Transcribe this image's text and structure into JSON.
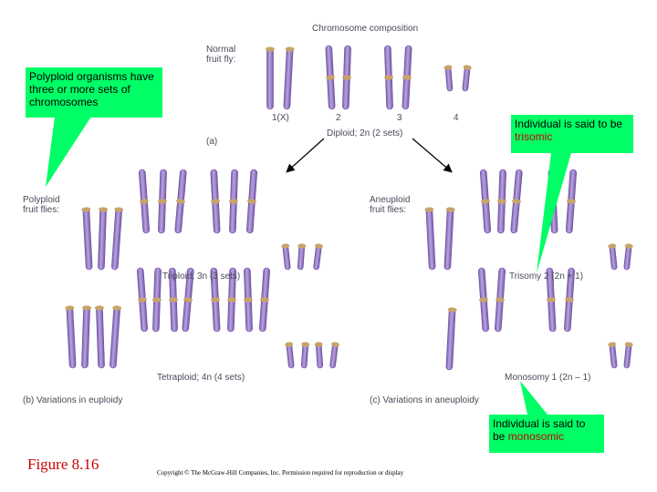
{
  "header": {
    "title": "Chromosome composition"
  },
  "normal": {
    "label_line1": "Normal",
    "label_line2": "fruit fly:",
    "numbers": [
      "1(X)",
      "2",
      "3",
      "4"
    ],
    "panel_label": "(a)",
    "diploid_label": "Diploid; 2n (2 sets)"
  },
  "polyploid": {
    "label_line1": "Polyploid",
    "label_line2": "fruit flies:",
    "triploid_label": "Triploid; 3n (3 sets)",
    "tetraploid_label": "Tetraploid; 4n (4 sets)",
    "panel_label": "(b) Variations in euploidy"
  },
  "aneuploid": {
    "label_line1": "Aneuploid",
    "label_line2": "fruit flies:",
    "trisomy_label": "Trisomy 2 (2n + 1)",
    "monosomy_label": "Monosomy 1 (2n – 1)",
    "panel_label": "(c) Variations in aneuploidy"
  },
  "callouts": {
    "polyploid_text": "Polyploid organisms have three or more sets of chromosomes",
    "trisomic_prefix": "Individual is said to be ",
    "trisomic_word": "trisomic",
    "monosomic_prefix": "Individual is said to be ",
    "monosomic_word": "monosomic"
  },
  "figure_label": "Figure 8.16",
  "copyright": "Copyright © The McGraw-Hill Companies, Inc. Permission required for reproduction or display",
  "colors": {
    "chromosome": "#9a7cc8",
    "chromosome_dark": "#6b4f9e",
    "centromere": "#c8a46a",
    "callout": "#00ff66",
    "highlight": "#cc0000"
  }
}
